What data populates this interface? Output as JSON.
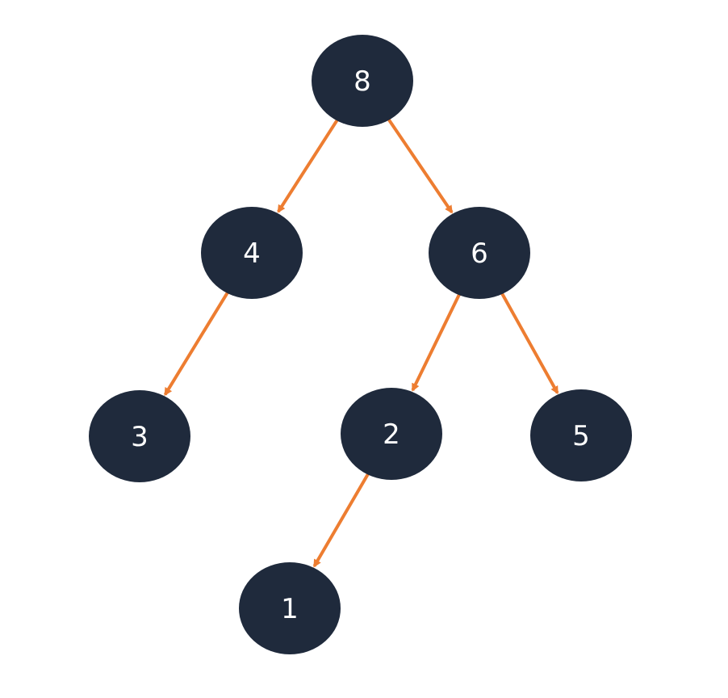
{
  "colors": {
    "node_fill": "#1f2a3c",
    "node_text": "#ffffff",
    "edge": "#ed7d31",
    "background": "#ffffff"
  },
  "nodes": [
    {
      "id": "n8",
      "label": "8"
    },
    {
      "id": "n4",
      "label": "4"
    },
    {
      "id": "n6",
      "label": "6"
    },
    {
      "id": "n3",
      "label": "3"
    },
    {
      "id": "n2",
      "label": "2"
    },
    {
      "id": "n5",
      "label": "5"
    },
    {
      "id": "n1",
      "label": "1"
    }
  ],
  "edges": [
    {
      "from": "n8",
      "to": "n4"
    },
    {
      "from": "n8",
      "to": "n6"
    },
    {
      "from": "n4",
      "to": "n3"
    },
    {
      "from": "n6",
      "to": "n2"
    },
    {
      "from": "n6",
      "to": "n5"
    },
    {
      "from": "n2",
      "to": "n1"
    }
  ]
}
